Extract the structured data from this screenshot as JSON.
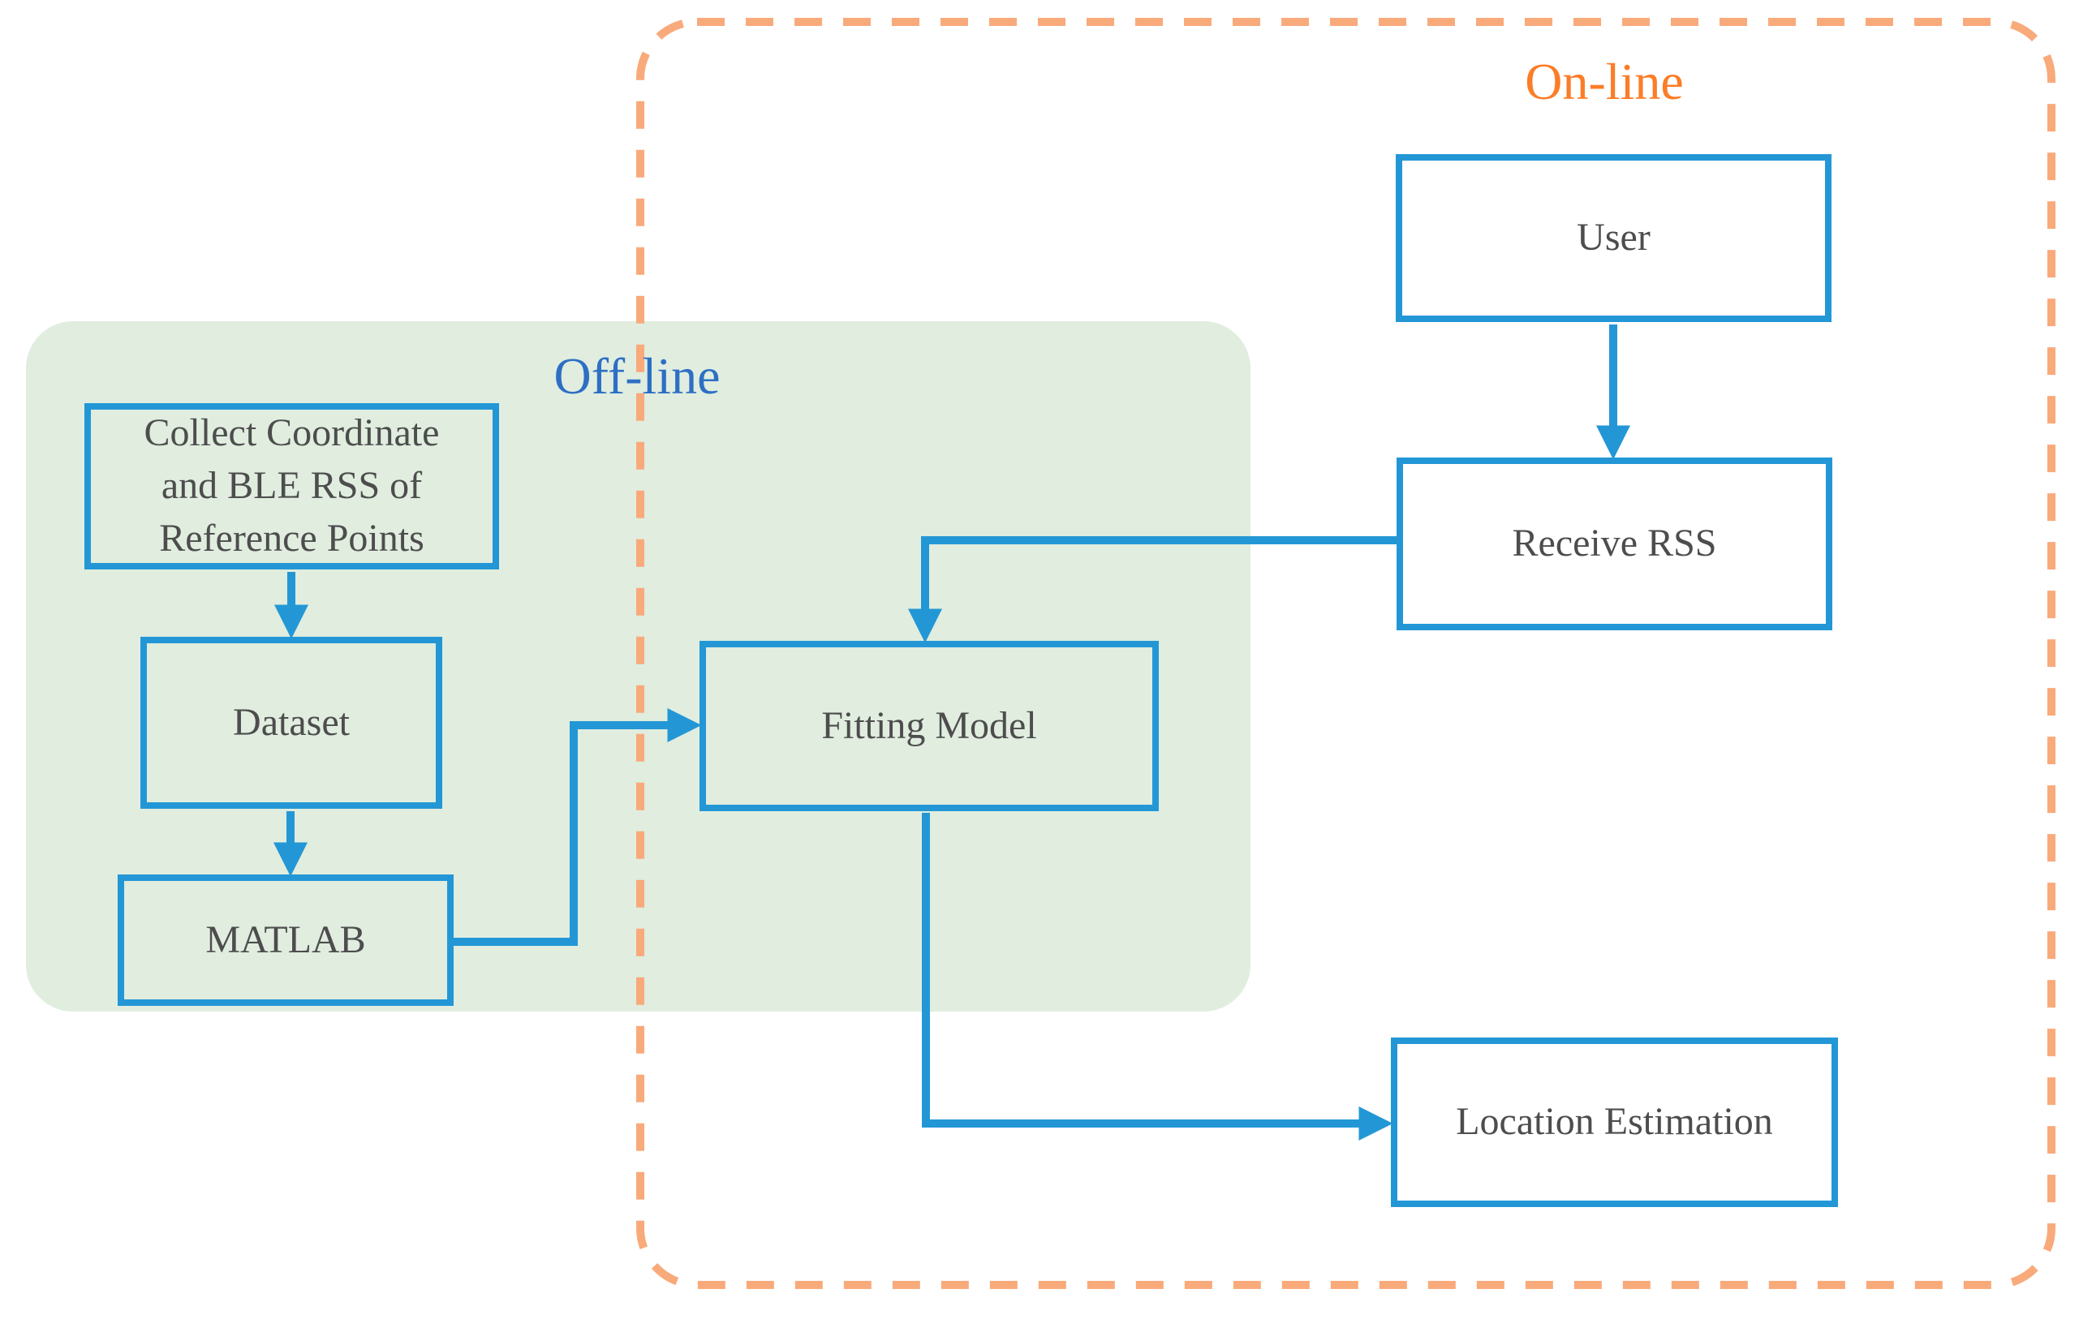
{
  "regions": {
    "offline": {
      "label": "Off-line"
    },
    "online": {
      "label": "On-line"
    }
  },
  "nodes": {
    "collect": {
      "label": "Collect Coordinate\nand BLE RSS of\nReference Points"
    },
    "dataset": {
      "label": "Dataset"
    },
    "matlab": {
      "label": "MATLAB"
    },
    "fitting": {
      "label": "Fitting Model"
    },
    "user": {
      "label": "User"
    },
    "receive": {
      "label": "Receive RSS"
    },
    "location": {
      "label": "Location Estimation"
    }
  },
  "colors": {
    "connector_blue": "#2397D6",
    "offline_label_blue": "#2D6FC4",
    "online_label_orange": "#FB7D27",
    "online_border_orange": "#F9AA7B",
    "offline_region_green": "#E0EDDF",
    "node_text_gray": "#4D4D4D",
    "node_fill_white": "#FFFFFF"
  }
}
